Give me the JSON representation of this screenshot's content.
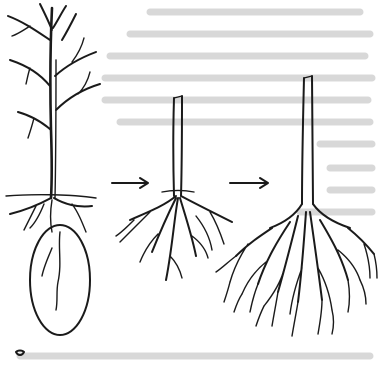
{
  "figure": {
    "stages": [
      {
        "name": "bare-root-tree",
        "icon": "tree-with-root-ball-icon"
      },
      {
        "name": "cut-stem-root-start",
        "icon": "cut-stem-roots-icon"
      },
      {
        "name": "established-root-system",
        "icon": "spreading-roots-icon"
      }
    ],
    "arrows": [
      {
        "icon": "arrow-right-icon"
      },
      {
        "icon": "arrow-right-icon"
      }
    ],
    "colors": {
      "ink": "#1a1a1a",
      "background": "#ffffff",
      "bleed_through": "#d8d8d8"
    }
  }
}
